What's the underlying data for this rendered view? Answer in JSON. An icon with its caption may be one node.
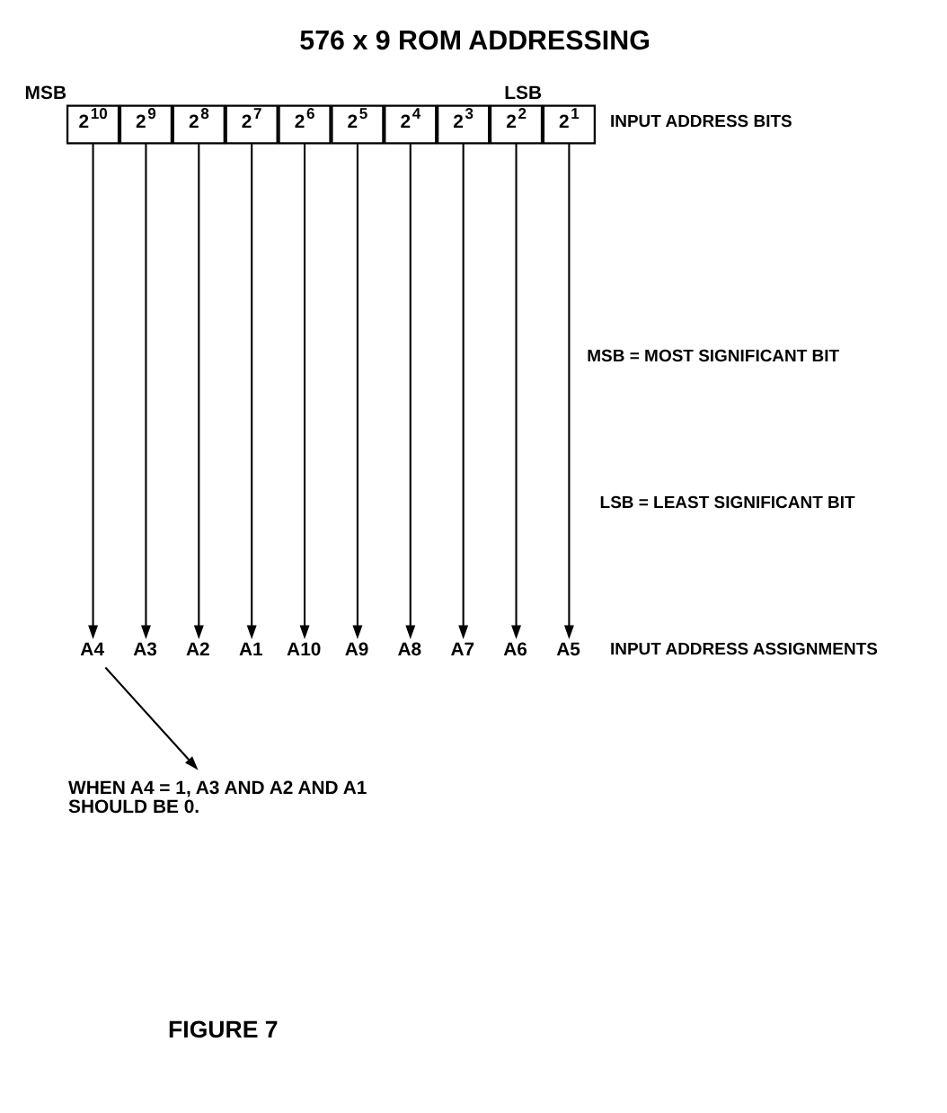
{
  "diagram": {
    "title": "576 x 9 ROM ADDRESSING",
    "caption": "FIGURE 7",
    "nodes": [
      {
        "text": [
          "2$^{10}$"
        ],
        "beside": [
          "MSB"
        ]
      },
      {
        "text": [
          "2$^{9}$"
        ]
      },
      {
        "text": [
          "2$^{8}$"
        ]
      },
      {
        "text": [
          "2$^{7}$"
        ]
      },
      {
        "text": [
          "2$^{6}$"
        ]
      },
      {
        "text": [
          "2$^{5}$"
        ]
      },
      {
        "text": [
          "2$^{4}$"
        ]
      },
      {
        "text": [
          "2$^{3}$"
        ]
      },
      {
        "text": [
          "2$^{2}$"
        ]
      },
      {
        "text": [
          "2$^{1}$"
        ],
        "beside": [
          "LSB"
        ]
      },
      {
        "text": [
          "A4"
        ]
      },
      {
        "text": [
          "A3"
        ]
      },
      {
        "text": [
          "A2"
        ]
      },
      {
        "text": [
          "A1"
        ]
      },
      {
        "text": [
          "A10"
        ]
      },
      {
        "text": [
          "A9"
        ]
      },
      {
        "text": [
          "A8"
        ]
      },
      {
        "text": [
          "A7"
        ]
      },
      {
        "text": [
          "A6"
        ]
      },
      {
        "text": [
          "A5"
        ]
      },
      {
        "text": [
          "WHEN A4 = 1, A3 AND A2 AND A1 SHOULD BE 0."
        ]
      }
    ],
    "edges": [
      {
        "from": 0,
        "to": 10,
        "arrow": "to"
      },
      {
        "from": 1,
        "to": 11,
        "arrow": "to"
      },
      {
        "from": 2,
        "to": 12,
        "arrow": "to"
      },
      {
        "from": 3,
        "to": 13,
        "arrow": "to"
      },
      {
        "from": 4,
        "to": 14,
        "arrow": "to"
      },
      {
        "from": 5,
        "to": 15,
        "arrow": "to"
      },
      {
        "from": 6,
        "to": 16,
        "arrow": "to"
      },
      {
        "from": 7,
        "to": 17,
        "arrow": "to"
      },
      {
        "from": 8,
        "to": 18,
        "arrow": "to"
      },
      {
        "from": 9,
        "to": 19,
        "arrow": "to"
      },
      {
        "from": 10,
        "to": 20,
        "arrow": "to"
      }
    ],
    "labels": [
      "INPUT ADDRESS BITS",
      "MSB = MOST SIGNIFICANT BIT",
      "LSB = LEAST SIGNIFICANT BIT",
      "INPUT ADDRESS ASSIGNMENTS"
    ]
  }
}
